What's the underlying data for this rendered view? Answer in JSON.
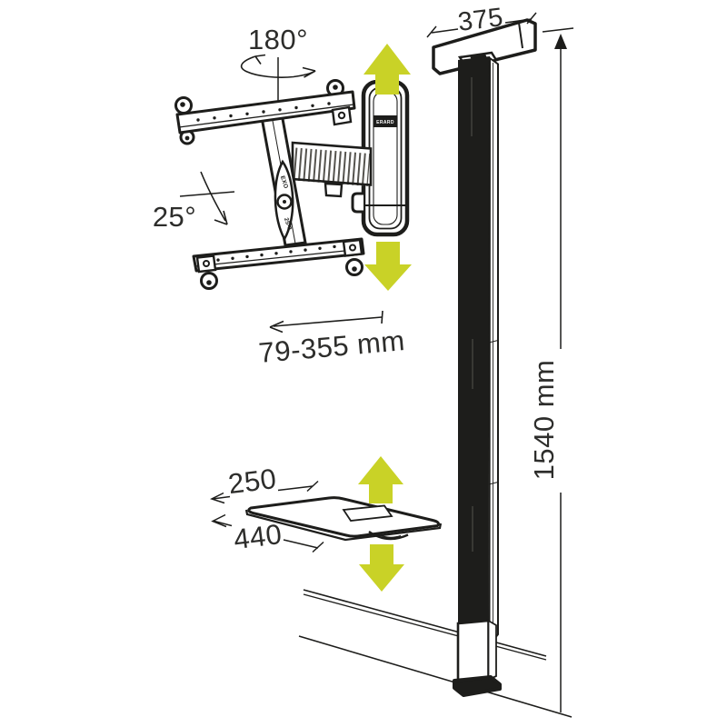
{
  "figure": {
    "kind": "technical line drawing",
    "subject": "TV wall-mount column with swivel bracket and AV shelf, dimensioned",
    "colors": {
      "background": "#ffffff",
      "line": "#1d1d1b",
      "text": "#2d2d2b",
      "movement_arrow": "#c9d227",
      "column_fill": "#1d1d1b"
    },
    "annotations": {
      "swivel": "180°",
      "tilt": "25°",
      "extension": "79-355 mm",
      "width": "375",
      "height": "1540 mm",
      "shelf_depth": "250",
      "shelf_width": "440"
    },
    "badges": {
      "brand": "ERARD",
      "arm_top": "EXO",
      "arm_bottom": "25-0"
    },
    "icons": {
      "rotation": "rotation-arrow-icon",
      "tilt": "tilt-arrow-icon",
      "extension": "extension-arrow-icon",
      "move_up": "up-arrow-icon",
      "move_down": "down-arrow-icon"
    }
  }
}
